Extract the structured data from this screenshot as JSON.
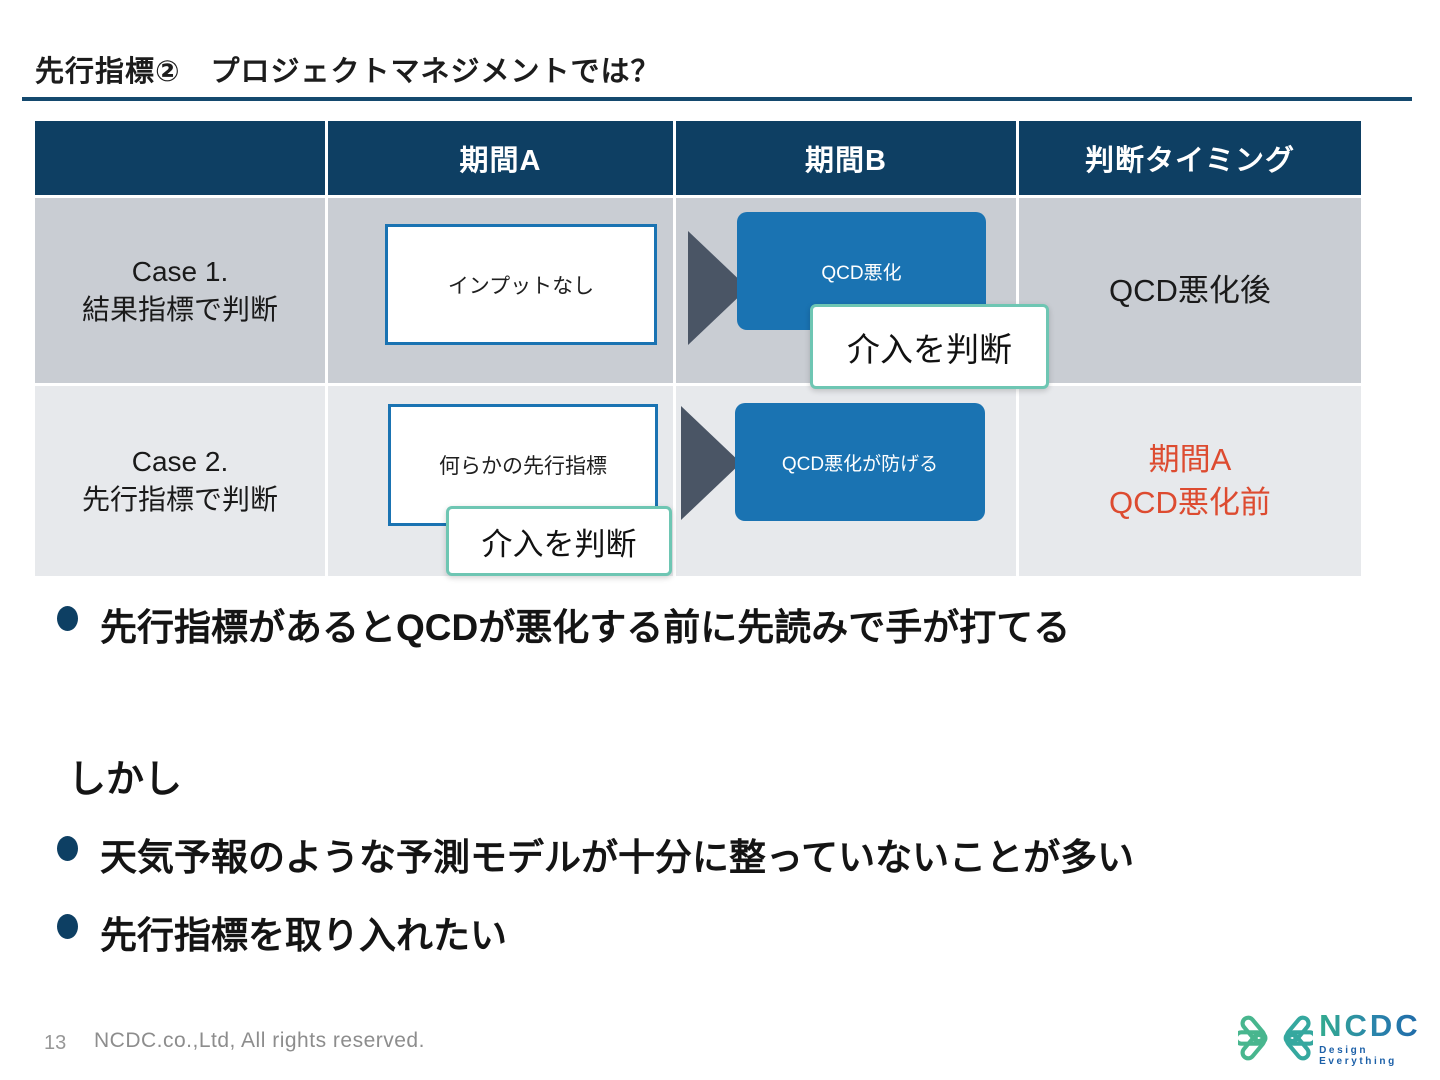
{
  "slide": {
    "title": "先行指標②　プロジェクトマネジメントでは？",
    "page_number": "13",
    "copyright": "NCDC.co.,Ltd, All rights reserved."
  },
  "table": {
    "headers": [
      "",
      "期間A",
      "期間B",
      "判断タイミング"
    ],
    "rows": [
      {
        "case_title": "Case 1.",
        "case_subtitle": "結果指標で判断",
        "box_a": "インプットなし",
        "box_b": "QCD悪化",
        "callout": "介入を判断",
        "timing": "QCD悪化後"
      },
      {
        "case_title": "Case 2.",
        "case_subtitle": "先行指標で判断",
        "box_a": "何らかの先行指標",
        "box_b": "QCD悪化が防げる",
        "callout": "介入を判断",
        "timing_line1": "期間A",
        "timing_line2": "QCD悪化前"
      }
    ]
  },
  "bullets": {
    "item1": "先行指標があるとQCDが悪化する前に先読みで手が打てる",
    "interlude": "しかし",
    "item2": "天気予報のような予測モデルが十分に整っていないことが多い",
    "item3": "先行指標を取り入れたい"
  },
  "logo": {
    "name": "NCDC",
    "tagline": "Design Everything"
  },
  "colors": {
    "navy": "#0e3f63",
    "blue_box": "#1a73b2",
    "arrow_gray": "#4a5565",
    "teal_border": "#6ec6b3",
    "red_text": "#dd4b30",
    "row1_bg": "#c9cdd3",
    "row2_bg": "#e7e9ec"
  }
}
